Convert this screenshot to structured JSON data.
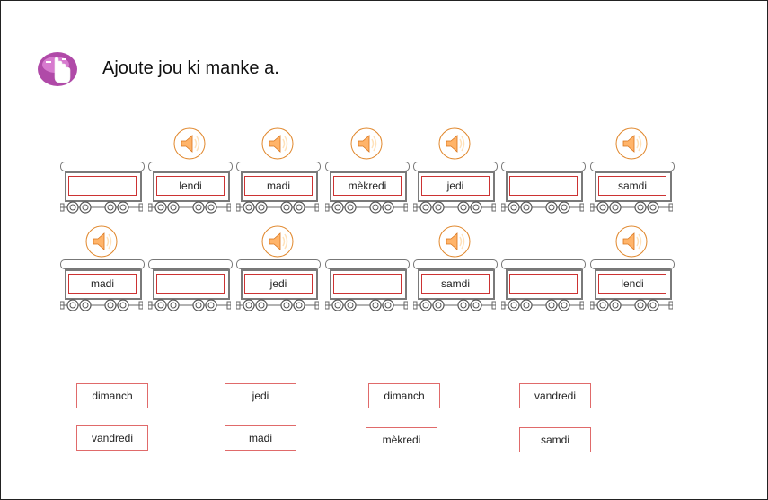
{
  "instruction": "Ajoute jou ki manke a.",
  "colors": {
    "panel_border": "#cc3333",
    "speaker_orange": "#f29a2e",
    "card_border": "#e06a6a",
    "icon_purple": "#b04aa8"
  },
  "icons": {
    "header": "hand-touch-icon",
    "speaker": "speaker-icon"
  },
  "row1": [
    {
      "label": "",
      "speaker": false
    },
    {
      "label": "lendi",
      "speaker": true
    },
    {
      "label": "madi",
      "speaker": true
    },
    {
      "label": "mèkredi",
      "speaker": true
    },
    {
      "label": "jedi",
      "speaker": true
    },
    {
      "label": "",
      "speaker": false
    },
    {
      "label": "samdi",
      "speaker": true
    }
  ],
  "row2": [
    {
      "label": "madi",
      "speaker": true
    },
    {
      "label": "",
      "speaker": false
    },
    {
      "label": "jedi",
      "speaker": true
    },
    {
      "label": "",
      "speaker": false
    },
    {
      "label": "samdi",
      "speaker": true
    },
    {
      "label": "",
      "speaker": false
    },
    {
      "label": "lendi",
      "speaker": true
    }
  ],
  "word_bank": [
    "dimanch",
    "jedi",
    "dimanch",
    "vandredi",
    "vandredi",
    "madi",
    "mèkredi",
    "samdi"
  ]
}
